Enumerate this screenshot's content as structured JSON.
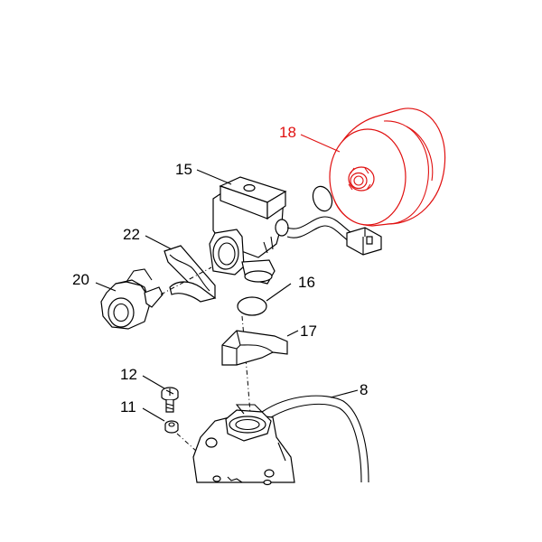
{
  "highlight_color": "#e01010",
  "line_color": "#000000",
  "callouts": {
    "c18": "18",
    "c15": "15",
    "c22": "22",
    "c20": "20",
    "c16": "16",
    "c17": "17",
    "c12": "12",
    "c11": "11",
    "c8": "8"
  }
}
